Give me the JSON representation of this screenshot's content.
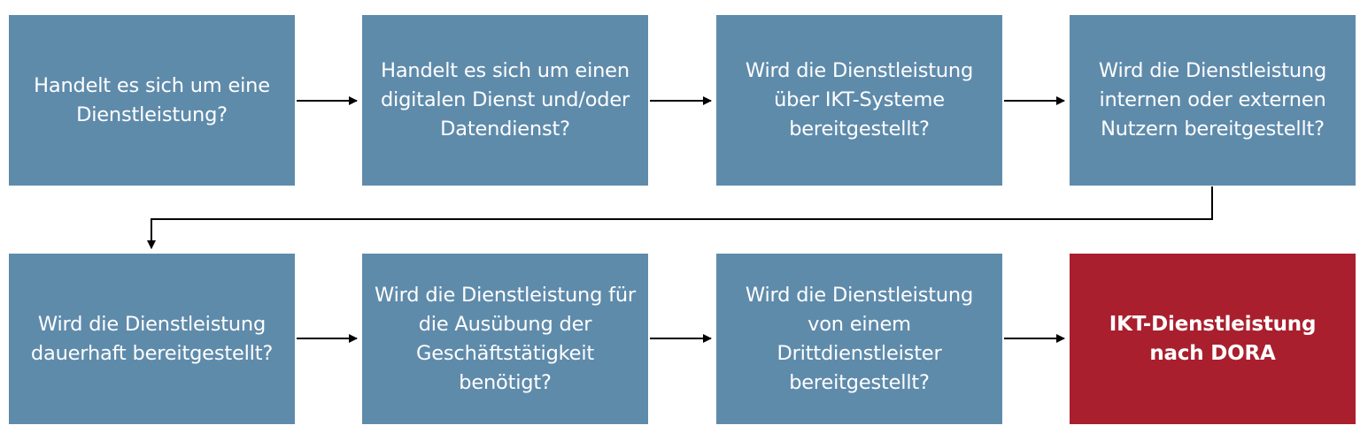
{
  "diagram": {
    "colors": {
      "question_box": "#5f8bab",
      "result_box": "#a91f2e",
      "box_text": "#ffffff",
      "connector": "#000000",
      "background": "#ffffff"
    },
    "flow_direction": "left-to-right, row 1 then row 2",
    "steps": [
      {
        "id": 1,
        "type": "question",
        "text": "Handelt es sich um eine Dienstleistung?"
      },
      {
        "id": 2,
        "type": "question",
        "text": "Handelt es sich um einen digitalen Dienst und/oder Datendienst?"
      },
      {
        "id": 3,
        "type": "question",
        "text": "Wird die Dienstleistung über IKT-Systeme bereitgestellt?"
      },
      {
        "id": 4,
        "type": "question",
        "text": "Wird die Dienstleistung internen oder externen Nutzern bereitgestellt?"
      },
      {
        "id": 5,
        "type": "question",
        "text": "Wird die Dienstleistung dauerhaft bereitgestellt?"
      },
      {
        "id": 6,
        "type": "question",
        "text": "Wird die Dienstleistung für die Ausübung der Geschäftstätigkeit benötigt?"
      },
      {
        "id": 7,
        "type": "question",
        "text": "Wird die Dienstleistung von einem Drittdienstleister bereitgestellt?"
      },
      {
        "id": 8,
        "type": "result",
        "text": "IKT-Dienstleistung nach DORA"
      }
    ],
    "edges": [
      {
        "from": 1,
        "to": 2
      },
      {
        "from": 2,
        "to": 3
      },
      {
        "from": 3,
        "to": 4
      },
      {
        "from": 4,
        "to": 5
      },
      {
        "from": 5,
        "to": 6
      },
      {
        "from": 6,
        "to": 7
      },
      {
        "from": 7,
        "to": 8
      }
    ]
  }
}
